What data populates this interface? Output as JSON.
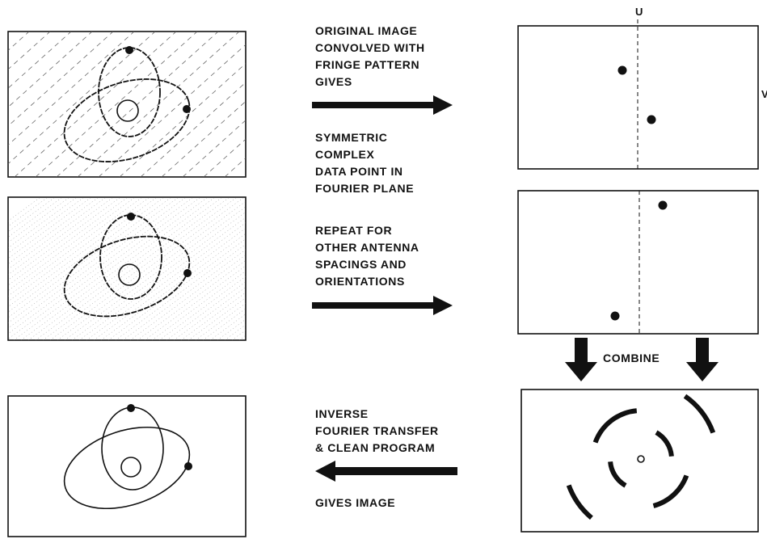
{
  "labels": {
    "step1": [
      "ORIGINAL IMAGE",
      "CONVOLVED WITH",
      "FRINGE PATTERN",
      "GIVES"
    ],
    "step2": [
      "SYMMETRIC",
      "COMPLEX",
      "DATA POINT IN",
      "FOURIER PLANE"
    ],
    "step3": [
      "REPEAT FOR",
      "OTHER ANTENNA",
      "SPACINGS AND",
      "ORIENTATIONS"
    ],
    "combine": "COMBINE",
    "step4": [
      "INVERSE",
      "FOURIER TRANSFER",
      "& CLEAN PROGRAM"
    ],
    "step5": "GIVES IMAGE"
  },
  "axes": {
    "u": "U",
    "v": "V"
  },
  "colors": {
    "ink": "#111111",
    "paper": "#ffffff"
  }
}
